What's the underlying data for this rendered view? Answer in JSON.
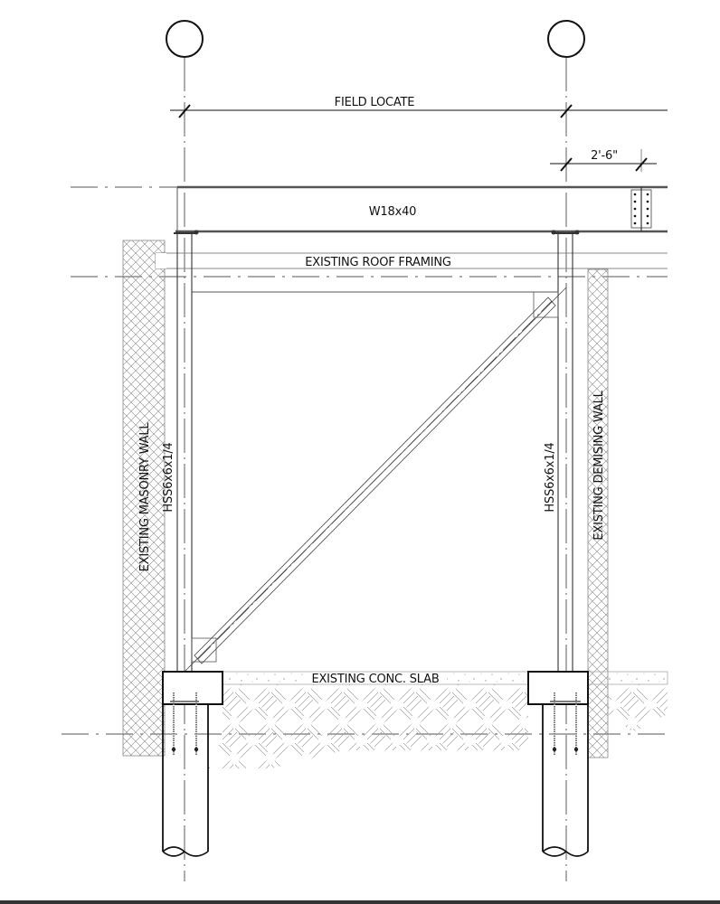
{
  "drawing": {
    "type": "structural-elevation",
    "grid_bubbles": [
      {
        "id": "grid-left",
        "label": ""
      },
      {
        "id": "grid-right",
        "label": ""
      }
    ],
    "dimensions": {
      "overall": "FIELD LOCATE",
      "beam_extension": "2'-6\""
    },
    "labels": {
      "beam": "W18x40",
      "roof_framing": "EXISTING ROOF FRAMING",
      "left_column": "HSS6x6x1/4",
      "right_column": "HSS6x6x1/4",
      "left_wall": "EXISTING MASONRY WALL",
      "right_wall": "EXISTING DEMISING WALL",
      "slab": "EXISTING CONC. SLAB"
    },
    "colors": {
      "line": "#111111",
      "light_line": "#777777",
      "hatch": "#9a9a9a",
      "bottom_bar": "#333333"
    }
  }
}
